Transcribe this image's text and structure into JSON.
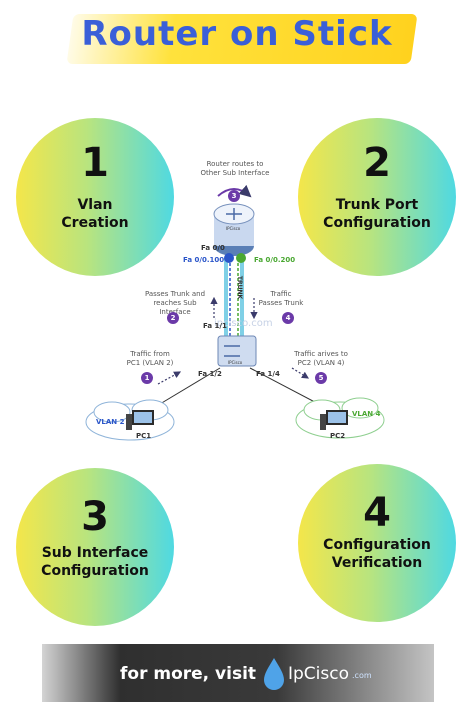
{
  "title": "Router on Stick",
  "steps": [
    {
      "number": "1",
      "label_line1": "Vlan",
      "label_line2": "Creation"
    },
    {
      "number": "2",
      "label_line1": "Trunk Port",
      "label_line2": "Configuration"
    },
    {
      "number": "3",
      "label_line1": "Sub Interface",
      "label_line2": "Configuration"
    },
    {
      "number": "4",
      "label_line1": "Configuration",
      "label_line2": "Verification"
    }
  ],
  "diagram": {
    "router_note_line1": "Router routes to",
    "router_note_line2": "Other Sub Interface",
    "fa00": "Fa 0/0",
    "fa00_100": "Fa 0/0.100",
    "fa00_200": "Fa 0/0.200",
    "passes_trunk_line1": "Passes Trunk and",
    "passes_trunk_line2": "reaches Sub Interface",
    "trunk": "TRUNK",
    "traffic_passes_line1": "Traffic",
    "traffic_passes_line2": "Passes Trunk",
    "watermark": "ipcisco.com",
    "fa11": "Fa 1/1",
    "traffic_from_line1": "Traffic from",
    "traffic_from_line2": "PC1 (VLAN 2)",
    "traffic_arrives_line1": "Traffic arives to",
    "traffic_arrives_line2": "PC2 (VLAN 4)",
    "fa12": "Fa 1/2",
    "fa14": "Fa 1/4",
    "vlan2": "VLAN 2",
    "vlan4": "VLAN 4",
    "pc1": "PC1",
    "pc2": "PC2",
    "switch_label": "IPCisco",
    "router_label": "IPCisco",
    "step_markers": [
      "1",
      "2",
      "3",
      "4",
      "5"
    ]
  },
  "footer": {
    "text": "for more, visit",
    "logo_text": "IpCisco",
    "logo_suffix": ".com"
  },
  "colors": {
    "title": "#3a5fd8",
    "title_bar": "#ffe23c",
    "circle_left": "#f4e64a",
    "circle_right": "#4fd9e2",
    "step_marker": "#6b3aa8",
    "vlan100": "#2a55c9",
    "vlan200": "#4aa832",
    "footer": "#333333"
  }
}
